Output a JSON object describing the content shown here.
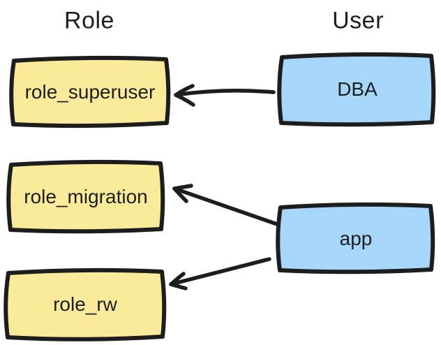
{
  "diagram": {
    "columns": {
      "role": {
        "title": "Role"
      },
      "user": {
        "title": "User"
      }
    },
    "role_nodes": [
      {
        "label": "role_superuser"
      },
      {
        "label": "role_migration"
      },
      {
        "label": "role_rw"
      }
    ],
    "user_nodes": [
      {
        "label": "DBA"
      },
      {
        "label": "app"
      }
    ],
    "edges": [
      {
        "from": "DBA",
        "to": "role_superuser"
      },
      {
        "from": "app",
        "to": "role_migration"
      },
      {
        "from": "app",
        "to": "role_rw"
      }
    ],
    "colors": {
      "role_fill": "#faeb9b",
      "user_fill": "#a6d7fb",
      "stroke": "#1d1d1d",
      "background": "#ffffff"
    }
  }
}
